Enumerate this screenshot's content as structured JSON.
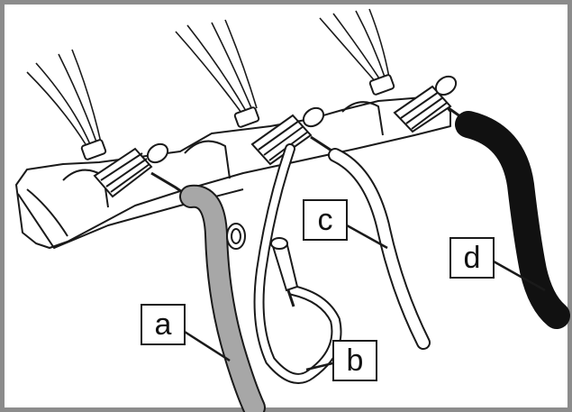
{
  "labels": {
    "a": "a",
    "b": "b",
    "c": "c",
    "d": "d"
  },
  "colors": {
    "frame": "#8c8c8c",
    "line": "#1a1a1a",
    "hose_a": "#a7a7a7",
    "hose_b": "#ffffff",
    "hose_c": "#ffffff",
    "hose_d": "#111111",
    "manifold": "#ffffff"
  }
}
